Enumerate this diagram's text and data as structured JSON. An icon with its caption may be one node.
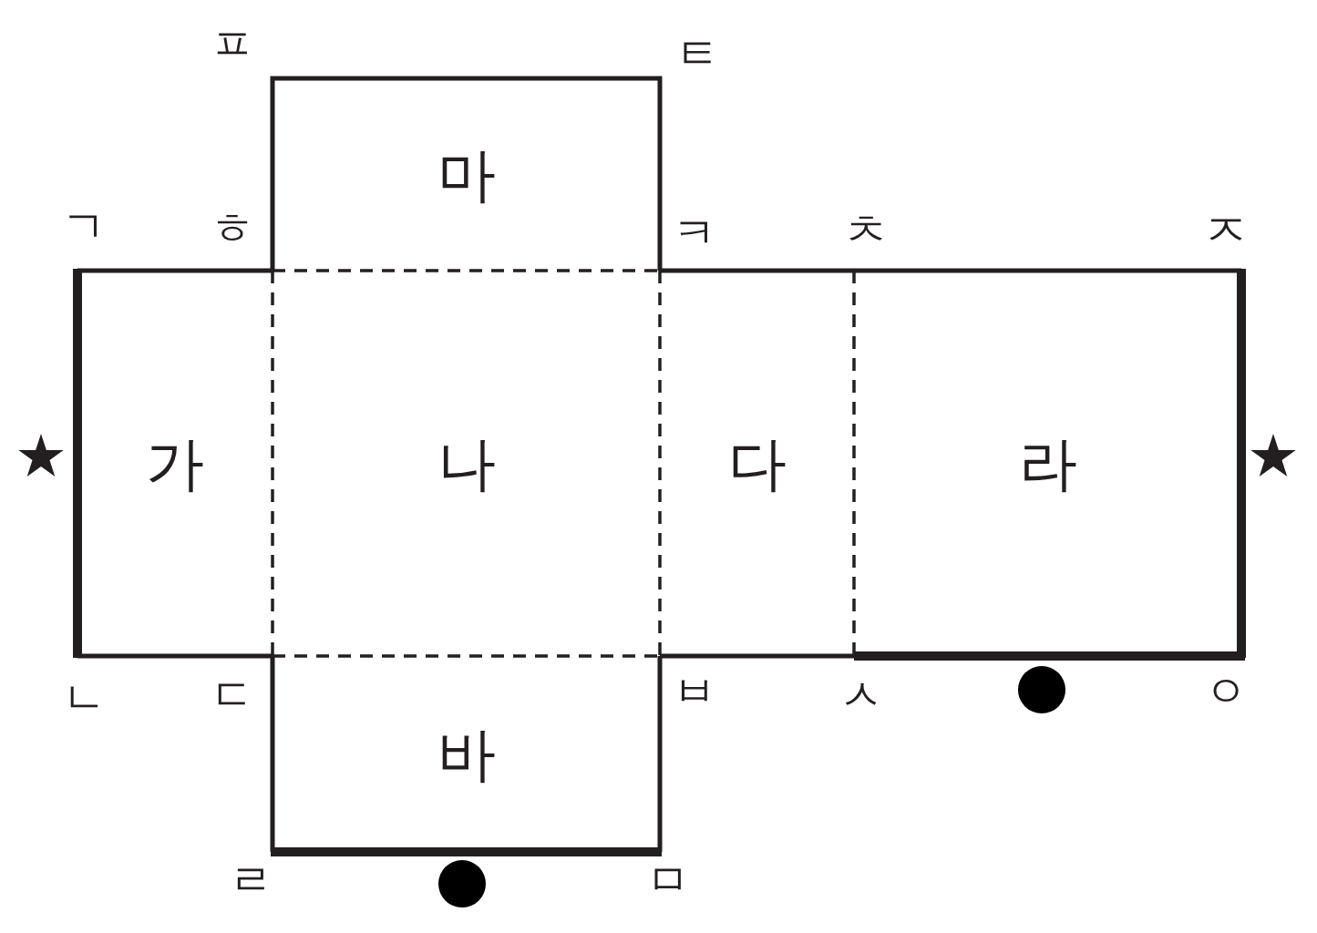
{
  "diagram": {
    "nodes": [
      {
        "text": [
          "마"
        ]
      },
      {
        "text": [
          "가"
        ]
      },
      {
        "text": [
          "나"
        ]
      },
      {
        "text": [
          "다"
        ]
      },
      {
        "text": [
          "라"
        ]
      },
      {
        "text": [
          "바"
        ]
      }
    ],
    "labels": [
      "ㅍ",
      "ㅌ",
      "ㄱ",
      "ㅎ",
      "ㅋ",
      "ㅊ",
      "ㅈ",
      "ㄴ",
      "ㄷ",
      "ㅂ",
      "ㅅ",
      "ㅇ",
      "ㄹ",
      "ㅁ"
    ]
  }
}
